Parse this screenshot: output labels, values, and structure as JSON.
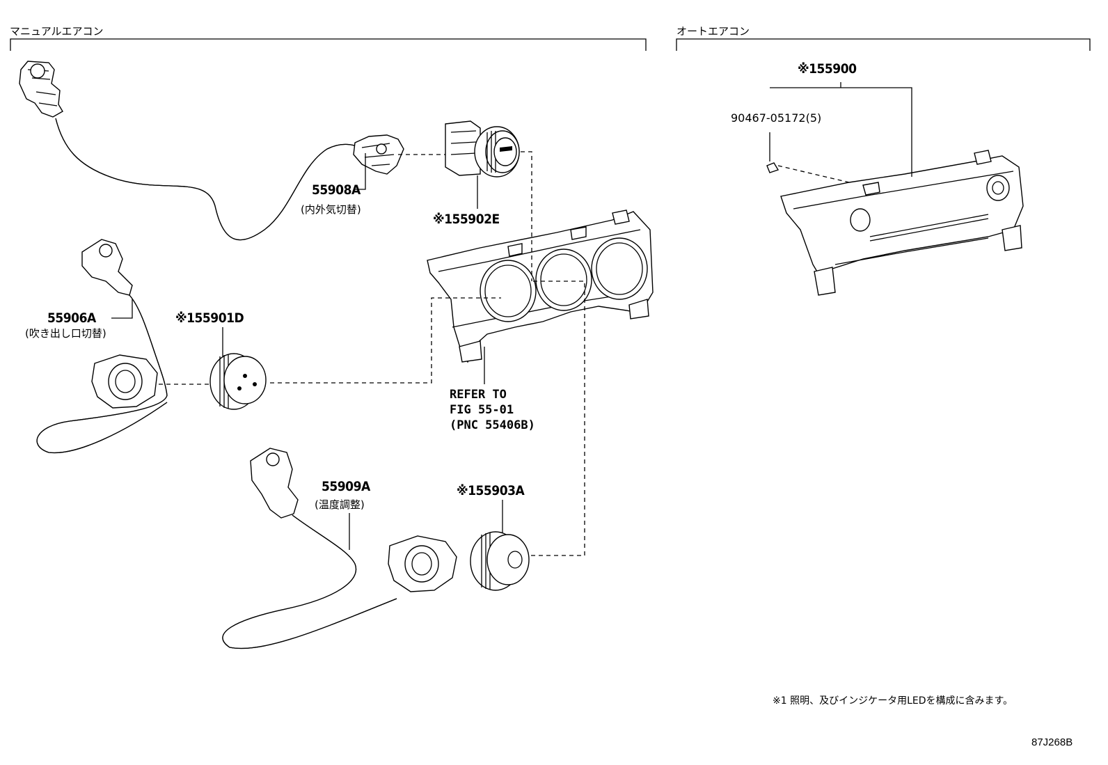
{
  "sections": {
    "manual": "マニュアルエアコン",
    "auto": "オートエアコン"
  },
  "parts": [
    {
      "id": "55908a",
      "number": "55908A",
      "desc": "(内外気切替)"
    },
    {
      "id": "55902e",
      "number": "※155902E"
    },
    {
      "id": "55906a",
      "number": "55906A",
      "desc": "(吹き出し口切替)"
    },
    {
      "id": "55901d",
      "number": "※155901D"
    },
    {
      "id": "55909a",
      "number": "55909A",
      "desc": "(温度調整)"
    },
    {
      "id": "55903a",
      "number": "※155903A"
    },
    {
      "id": "55900",
      "number": "※155900"
    },
    {
      "id": "90467",
      "number": "90467-05172(5)"
    }
  ],
  "reference": {
    "line1": "REFER TO",
    "line2": "FIG 55-01",
    "line3": "(PNC 55406B)"
  },
  "footnote": "※1 照明、及びインジケータ用LEDを構成に含みます。",
  "figure_code": "87J268B"
}
